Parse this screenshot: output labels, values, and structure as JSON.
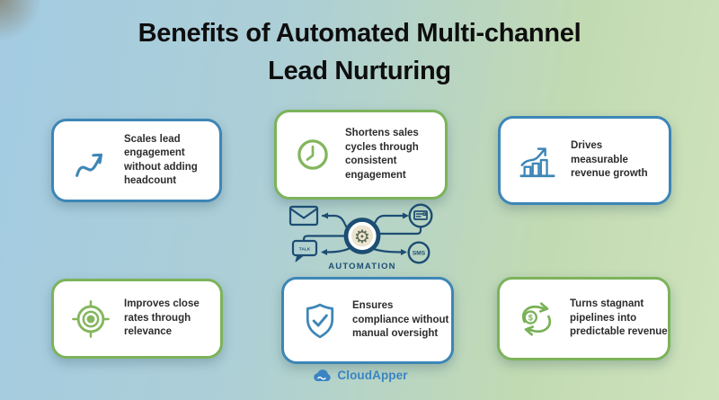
{
  "title": {
    "line1": "Benefits of Automated Multi-channel",
    "line2": "Lead Nurturing"
  },
  "cards": [
    {
      "id": "scale",
      "icon": "growth-arrow-icon",
      "accent": "blue",
      "label": "Scales lead engagement without adding headcount"
    },
    {
      "id": "cycles",
      "icon": "clock-icon",
      "accent": "green",
      "label": "Shortens sales cycles through consistent engagement"
    },
    {
      "id": "revenue",
      "icon": "bar-chart-growth-icon",
      "accent": "blue",
      "label": "Drives measurable revenue growth"
    },
    {
      "id": "close-rates",
      "icon": "target-icon",
      "accent": "green",
      "label": "Improves close rates through relevance"
    },
    {
      "id": "compliance",
      "icon": "shield-check-icon",
      "accent": "blue",
      "label": "Ensures compliance without manual oversight"
    },
    {
      "id": "pipelines",
      "icon": "money-cycle-icon",
      "accent": "green",
      "label": "Turns stagnant pipelines into predictable revenue"
    }
  ],
  "automation": {
    "label": "AUTOMATION",
    "channel_icons": [
      "email-icon",
      "chat-bubble-icon",
      "crm-device-icon",
      "sms-circle-icon"
    ],
    "chat_bubble_text": "TALK",
    "sms_text": "SMS"
  },
  "footer": {
    "brand": "CloudApper"
  },
  "colors": {
    "blue": "#3d86b6",
    "green": "#7cb35a",
    "navy": "#1d4d73",
    "title_text": "#0e0e0e",
    "card_text": "#2d2d2d",
    "bg_blue": "#a3cbe2",
    "bg_green": "#cfe3bd",
    "gear": "#5d6b55",
    "gear_bg": "#ebe4d0",
    "brand_blue": "#3a84c2"
  }
}
